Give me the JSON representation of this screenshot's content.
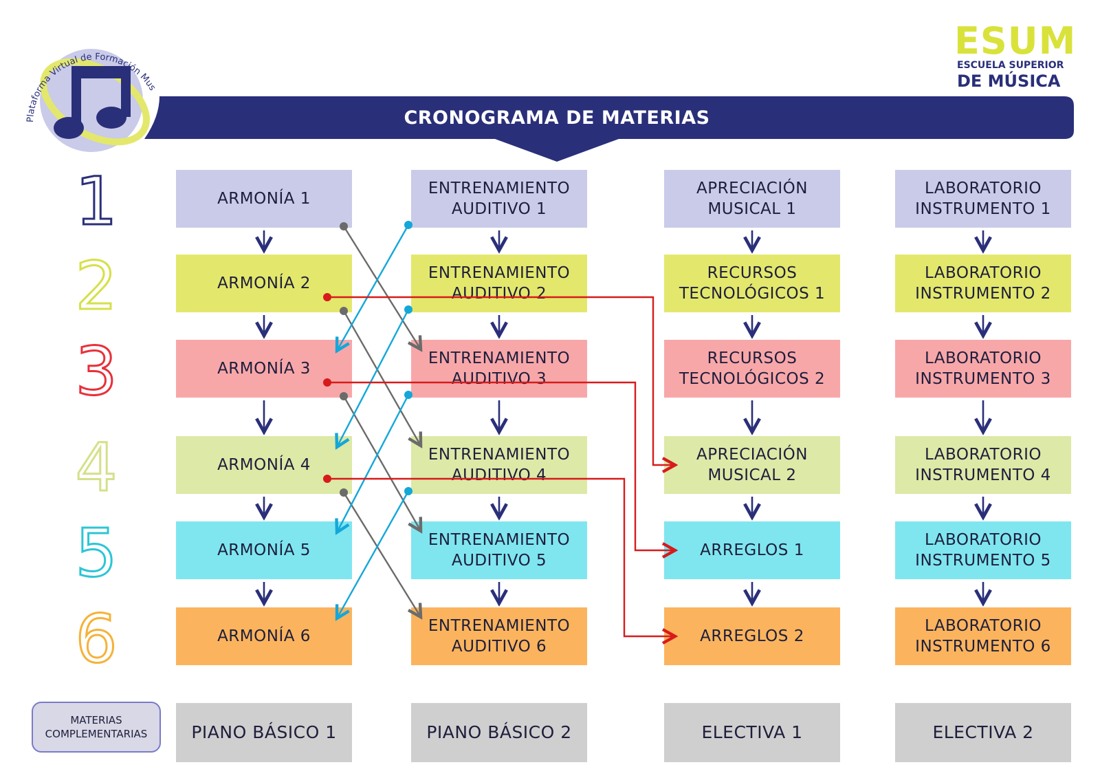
{
  "header": {
    "title": "CRONOGRAMA DE MATERIAS",
    "left_logo_text": "Plataforma Virtual de Formación Musical",
    "right_logo": {
      "big": "ESUM",
      "line1": "ESCUELA SUPERIOR",
      "line2": "DE MÚSICA"
    }
  },
  "colors": {
    "banner": "#2a2f7a",
    "level1": "#c9cbe8",
    "level2": "#e3e86c",
    "level3": "#f8a7a9",
    "level4": "#dde9a6",
    "level5": "#7fe6f0",
    "level6": "#fbb45d",
    "complementary": "#cfcfcf",
    "arrow_down": "#2a2f7a",
    "arrow_gray": "#6b6b6b",
    "arrow_cyan": "#14a7d9",
    "arrow_red": "#d71b1b"
  },
  "levels": [
    {
      "label": "1",
      "color": "#2a2f7a"
    },
    {
      "label": "2",
      "color": "#d6e04a"
    },
    {
      "label": "3",
      "color": "#e8303a"
    },
    {
      "label": "4",
      "color": "#d6e08a"
    },
    {
      "label": "5",
      "color": "#2cc5d6"
    },
    {
      "label": "6",
      "color": "#f5b23a"
    }
  ],
  "columns": [
    {
      "items": [
        "ARMONÍA 1",
        "ARMONÍA 2",
        "ARMONÍA 3",
        "ARMONÍA 4",
        "ARMONÍA 5",
        "ARMONÍA 6"
      ]
    },
    {
      "items": [
        "ENTRENAMIENTO AUDITIVO 1",
        "ENTRENAMIENTO AUDITIVO 2",
        "ENTRENAMIENTO AUDITIVO 3",
        "ENTRENAMIENTO AUDITIVO 4",
        "ENTRENAMIENTO AUDITIVO 5",
        "ENTRENAMIENTO AUDITIVO 6"
      ]
    },
    {
      "items": [
        "APRECIACIÓN MUSICAL 1",
        "RECURSOS TECNOLÓGICOS 1",
        "RECURSOS TECNOLÓGICOS 2",
        "APRECIACIÓN MUSICAL 2",
        "ARREGLOS 1",
        "ARREGLOS 2"
      ]
    },
    {
      "items": [
        "LABORATORIO INSTRUMENTO 1",
        "LABORATORIO INSTRUMENTO 2",
        "LABORATORIO INSTRUMENTO 3",
        "LABORATORIO INSTRUMENTO 4",
        "LABORATORIO INSTRUMENTO 5",
        "LABORATORIO INSTRUMENTO 6"
      ]
    }
  ],
  "complementary": {
    "label": "MATERIAS COMPLEMENTARIAS",
    "items": [
      "PIANO BÁSICO 1",
      "PIANO BÁSICO 2",
      "ELECTIVA 1",
      "ELECTIVA 2"
    ]
  },
  "prerequisites": {
    "armonia_to_entrenamiento": [
      [
        1,
        3
      ],
      [
        2,
        4
      ],
      [
        3,
        5
      ],
      [
        4,
        6
      ]
    ],
    "entrenamiento_to_armonia": [
      [
        1,
        3
      ],
      [
        2,
        4
      ],
      [
        3,
        5
      ],
      [
        4,
        6
      ]
    ],
    "armonia_to_third_column": [
      [
        2,
        4
      ],
      [
        3,
        5
      ],
      [
        4,
        6
      ]
    ]
  }
}
